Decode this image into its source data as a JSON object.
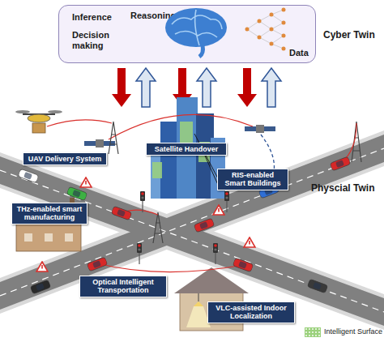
{
  "diagram": {
    "nodes": [
      {
        "text": [
          "Inference",
          "Reasoning",
          "Decision making",
          "Data",
          "Cyber Twin"
        ]
      },
      {
        "text": [
          "UAV Delivery System"
        ]
      },
      {
        "text": [
          "Satellite Handover"
        ]
      },
      {
        "text": [
          "RIS-enabled Smart Buildings"
        ]
      },
      {
        "text": [
          "THz-enabled smart manufacturing"
        ]
      },
      {
        "text": [
          "Optical Intelligent Transportation"
        ]
      },
      {
        "text": [
          "VLC-assisted Indoor Localization"
        ]
      }
    ],
    "labels": [
      "Physcial Twin"
    ],
    "legend": [
      {
        "text": "Intelligent Surface",
        "color": "#9bd17c"
      }
    ]
  }
}
